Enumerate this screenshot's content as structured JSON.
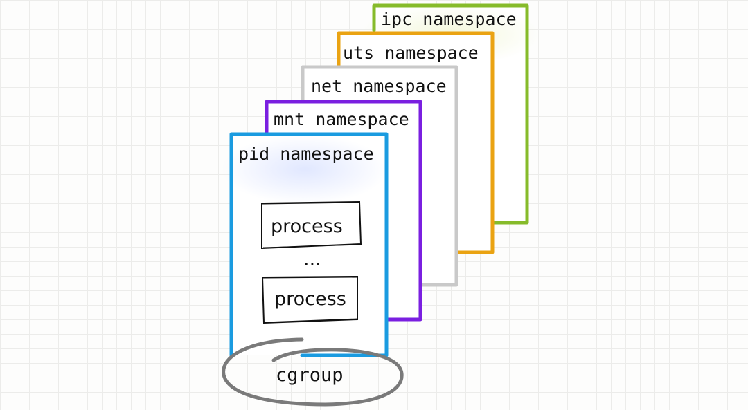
{
  "namespaces": [
    {
      "label": "ipc namespace",
      "color": "#86bb2a"
    },
    {
      "label": "uts namespace",
      "color": "#eaa312"
    },
    {
      "label": "net namespace",
      "color": "#c9c9c9"
    },
    {
      "label": "mnt namespace",
      "color": "#7a1fe0"
    },
    {
      "label": "pid namespace",
      "color": "#1a9be0"
    }
  ],
  "processes": [
    "process",
    "process"
  ],
  "ellipsis": "...",
  "cgroup": {
    "label": "cgroup",
    "color": "#7a7a7a"
  }
}
